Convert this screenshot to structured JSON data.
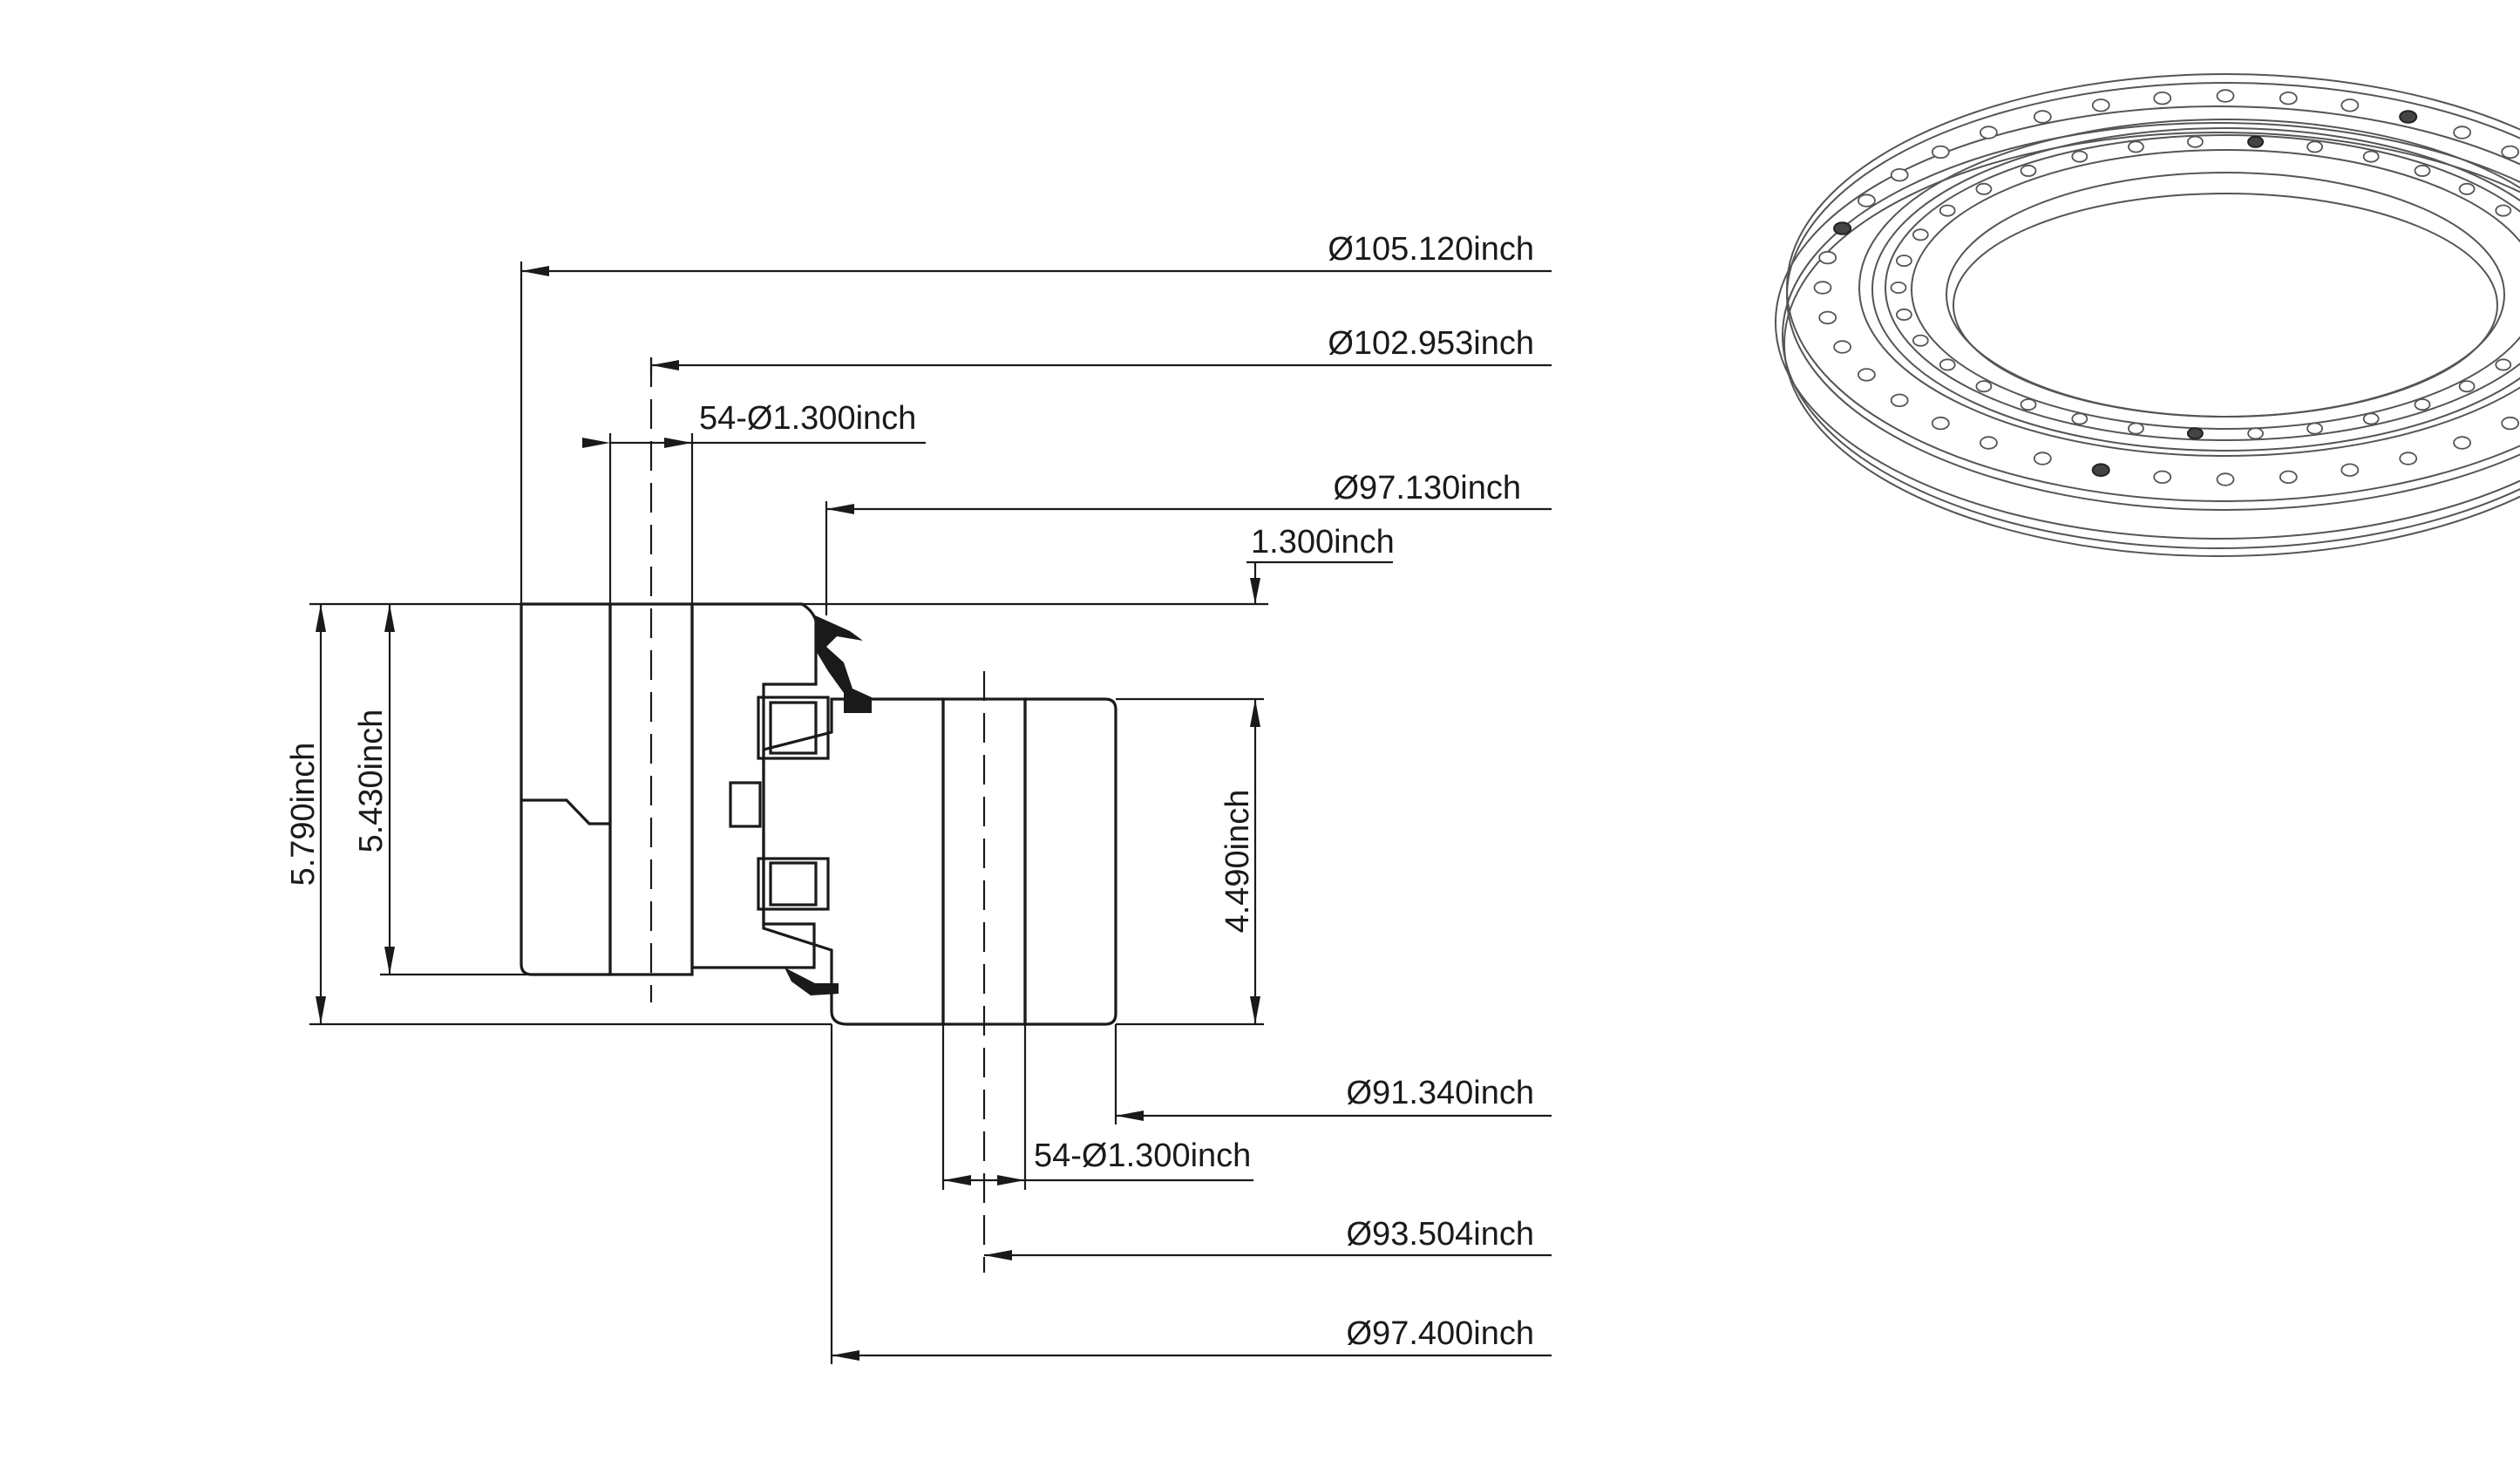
{
  "dimensions": {
    "outer_diameter": "Ø105.120inch",
    "outer_bolt_circle": "Ø102.953inch",
    "outer_holes": "54-Ø1.300inch",
    "outer_ring_inner_diameter": "Ø97.130inch",
    "gap_height": "1.300inch",
    "total_height": "5.790inch",
    "outer_ring_height": "5.430inch",
    "inner_ring_height": "4.490inch",
    "inner_diameter": "Ø91.340inch",
    "inner_holes": "54-Ø1.300inch",
    "inner_bolt_circle": "Ø93.504inch",
    "inner_ring_outer_diameter": "Ø97.400inch"
  }
}
